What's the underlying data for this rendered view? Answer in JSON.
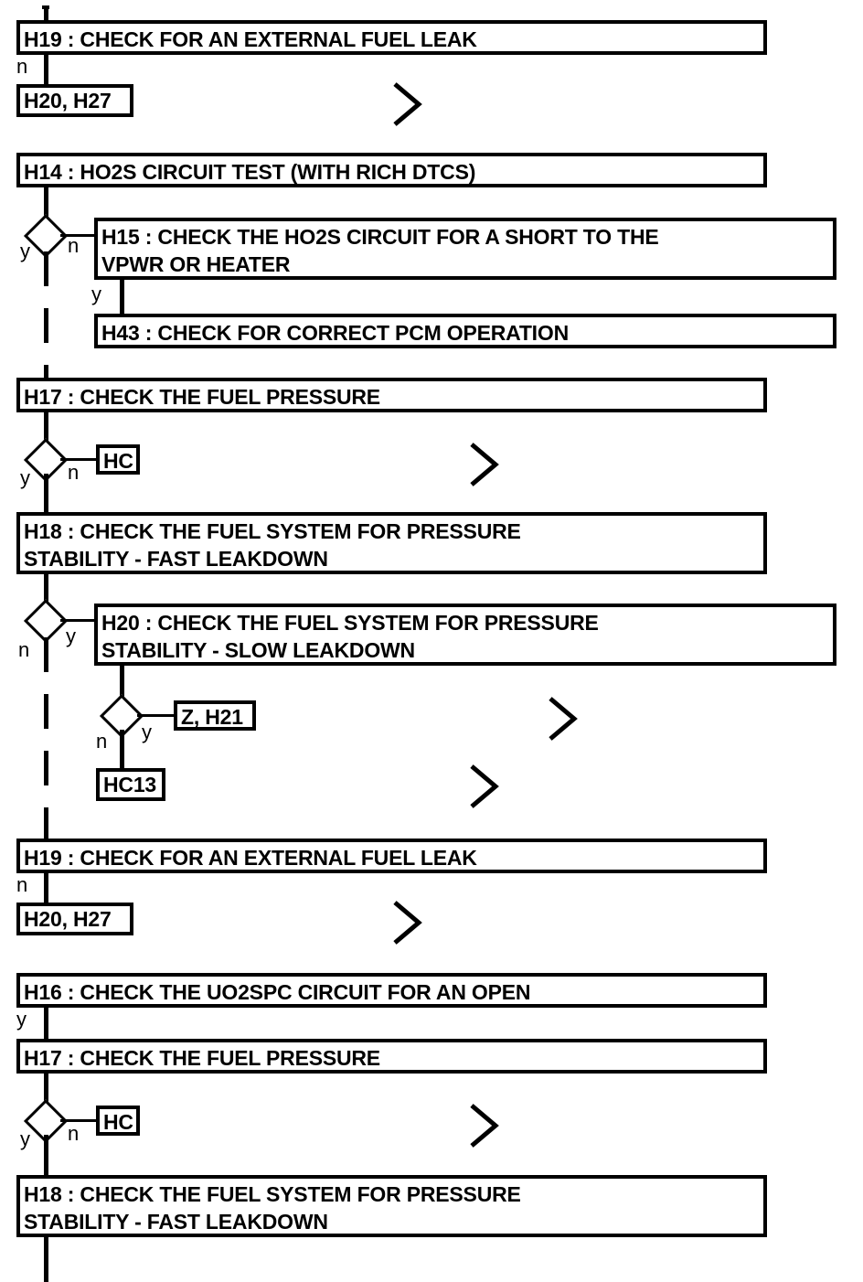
{
  "diagram": {
    "type": "flowchart",
    "title": "Fuel system / HO2S diagnostic flowchart",
    "colors": {
      "stroke": "#000000",
      "fill": "#ffffff",
      "text": "#000000"
    },
    "branch_labels": {
      "yes": "y",
      "no": "n"
    },
    "nodes": [
      {
        "id": "n01",
        "kind": "process",
        "text": "H19 : CHECK FOR AN EXTERNAL FUEL LEAK"
      },
      {
        "id": "n02",
        "kind": "terminal",
        "text": "H20, H27"
      },
      {
        "id": "n03",
        "kind": "process",
        "text": "H14 : HO2S CIRCUIT TEST (WITH RICH DTCS)"
      },
      {
        "id": "n04",
        "kind": "process",
        "text": "H15 : CHECK THE HO2S CIRCUIT FOR A SHORT TO THE VPWR OR HEATER"
      },
      {
        "id": "n05",
        "kind": "process",
        "text": "H43 : CHECK FOR CORRECT PCM OPERATION"
      },
      {
        "id": "n06",
        "kind": "process",
        "text": "H17 : CHECK THE FUEL PRESSURE"
      },
      {
        "id": "n07",
        "kind": "terminal",
        "text": "HC"
      },
      {
        "id": "n08",
        "kind": "process",
        "text": "H18 : CHECK THE FUEL SYSTEM FOR PRESSURE STABILITY - FAST LEAKDOWN"
      },
      {
        "id": "n09",
        "kind": "process",
        "text": "H20 : CHECK THE FUEL SYSTEM FOR PRESSURE STABILITY - SLOW LEAKDOWN"
      },
      {
        "id": "n10",
        "kind": "terminal",
        "text": "Z, H21"
      },
      {
        "id": "n11",
        "kind": "terminal",
        "text": "HC13"
      },
      {
        "id": "n12",
        "kind": "process",
        "text": "H19 : CHECK FOR AN EXTERNAL FUEL LEAK"
      },
      {
        "id": "n13",
        "kind": "terminal",
        "text": "H20, H27"
      },
      {
        "id": "n14",
        "kind": "process",
        "text": "H16 : CHECK THE UO2SPC CIRCUIT FOR AN OPEN"
      },
      {
        "id": "n15",
        "kind": "process",
        "text": "H17 : CHECK THE FUEL PRESSURE"
      },
      {
        "id": "n16",
        "kind": "terminal",
        "text": "HC"
      },
      {
        "id": "n17",
        "kind": "process",
        "text": "H18 : CHECK THE FUEL SYSTEM FOR PRESSURE STABILITY - FAST LEAKDOWN"
      }
    ],
    "box_lines": {
      "n01": "H19 : CHECK FOR AN EXTERNAL FUEL LEAK",
      "n02": "H20, H27",
      "n03": "H14 : HO2S CIRCUIT TEST (WITH RICH DTCS)",
      "n04": "H15 : CHECK THE HO2S CIRCUIT FOR A SHORT TO THE\nVPWR OR HEATER",
      "n05": "H43 : CHECK FOR CORRECT PCM OPERATION",
      "n06": "H17 : CHECK THE FUEL PRESSURE",
      "n07": "HC",
      "n08": "H18 : CHECK THE FUEL SYSTEM FOR PRESSURE\nSTABILITY - FAST LEAKDOWN",
      "n09": "H20 : CHECK THE FUEL SYSTEM FOR PRESSURE\nSTABILITY - SLOW LEAKDOWN",
      "n10": "Z, H21",
      "n11": "HC13",
      "n12": "H19 : CHECK FOR AN EXTERNAL FUEL LEAK",
      "n13": "H20, H27",
      "n14": "H16 : CHECK THE UO2SPC CIRCUIT FOR AN OPEN",
      "n15": "H17 : CHECK THE FUEL PRESSURE",
      "n16": "HC",
      "n17": "H18 : CHECK THE FUEL SYSTEM FOR PRESSURE\nSTABILITY - FAST LEAKDOWN"
    },
    "labels": {
      "l01": "n",
      "l02": "y",
      "l03": "n",
      "l04": "y",
      "l05": "y",
      "l06": "n",
      "l07": "n",
      "l08": "y",
      "l09": "n",
      "l10": "y",
      "l11": "n",
      "l12": "y",
      "l13": "y",
      "l14": "n"
    }
  }
}
